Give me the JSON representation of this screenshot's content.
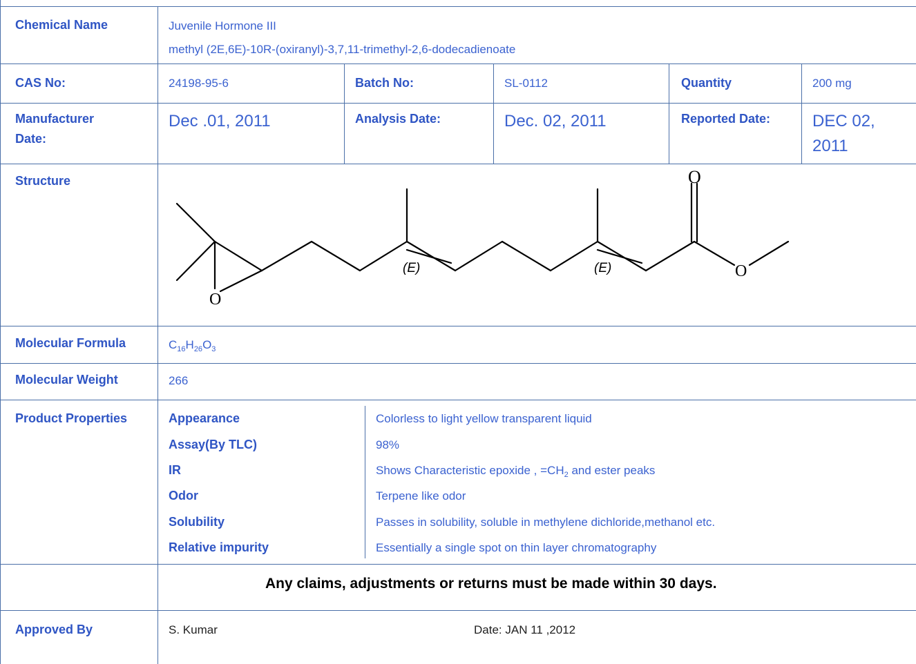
{
  "chemical_name": {
    "label": "Chemical Name",
    "name": "Juvenile Hormone III",
    "iupac": "methyl (2E,6E)-10R-(oxiranyl)-3,7,11-trimethyl-2,6-dodecadienoate"
  },
  "cas": {
    "label": "CAS No:",
    "value": "24198-95-6"
  },
  "batch": {
    "label": "Batch No:",
    "value": "SL-0112"
  },
  "quantity": {
    "label": "Quantity",
    "value": "200 mg"
  },
  "manufacturer_date": {
    "label_line1": "Manufacturer",
    "label_line2": "Date:",
    "value": "Dec .01, 2011"
  },
  "analysis_date": {
    "label": "Analysis Date:",
    "value": "Dec. 02, 2011"
  },
  "reported_date": {
    "label": "Reported Date:",
    "value_line1": "DEC 02,",
    "value_line2": "2011"
  },
  "structure": {
    "label": "Structure",
    "atom_o_carbonyl": "O",
    "atom_o_ester": "O",
    "atom_o_epoxide": "O",
    "stereo_1": "(E)",
    "stereo_2": "(E)"
  },
  "molecular_formula": {
    "label": "Molecular Formula",
    "c": "C",
    "c_sub": "16",
    "h": "H",
    "h_sub": "26",
    "o": "O",
    "o_sub": "3"
  },
  "molecular_weight": {
    "label": "Molecular Weight",
    "value": "266"
  },
  "product_properties": {
    "label": "Product Properties",
    "items": [
      {
        "name": "Appearance",
        "value": "Colorless  to light yellow transparent liquid"
      },
      {
        "name": "Assay(By TLC)",
        "value": "98%"
      },
      {
        "name": "IR",
        "value_pre": "Shows Characteristic epoxide   , =CH",
        "value_sub": "2",
        "value_post": " and ester peaks"
      },
      {
        "name": "Odor",
        "value": "Terpene like odor"
      },
      {
        "name": "Solubility",
        "value": "Passes in solubility, soluble in methylene  dichloride,methanol etc."
      },
      {
        "name": "Relative impurity",
        "value": "Essentially a single spot on thin layer chromatography"
      }
    ]
  },
  "claims_notice": "Any claims, adjustments or returns must be made within 30 days.",
  "approval": {
    "label": "Approved By",
    "approver": "S. Kumar",
    "date": "Date: JAN  11 ,2012"
  },
  "colors": {
    "border": "#4a6fa8",
    "label": "#2f55c4",
    "value": "#3b62d0"
  }
}
